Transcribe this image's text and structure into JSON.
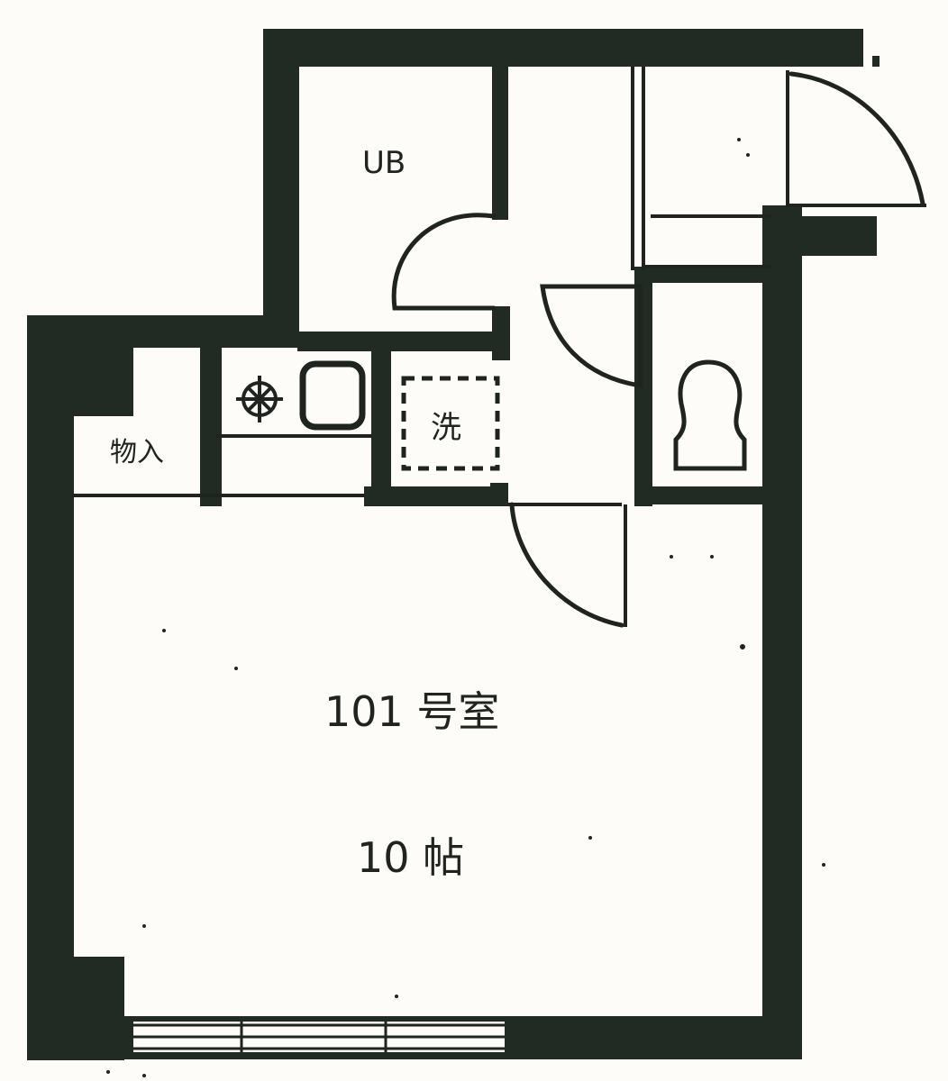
{
  "colors": {
    "wall": "#222a24",
    "line": "#1f2420",
    "paper": "#fdfcf8"
  },
  "labels": {
    "bath": "UB",
    "storage": "物入",
    "washer": "洗",
    "room_number": "101 号室",
    "room_size": "10 帖"
  },
  "icons": {
    "stove": "gas-burner-icon",
    "sink": "sink-icon",
    "toilet": "toilet-icon",
    "washer": "washer-space-icon"
  }
}
